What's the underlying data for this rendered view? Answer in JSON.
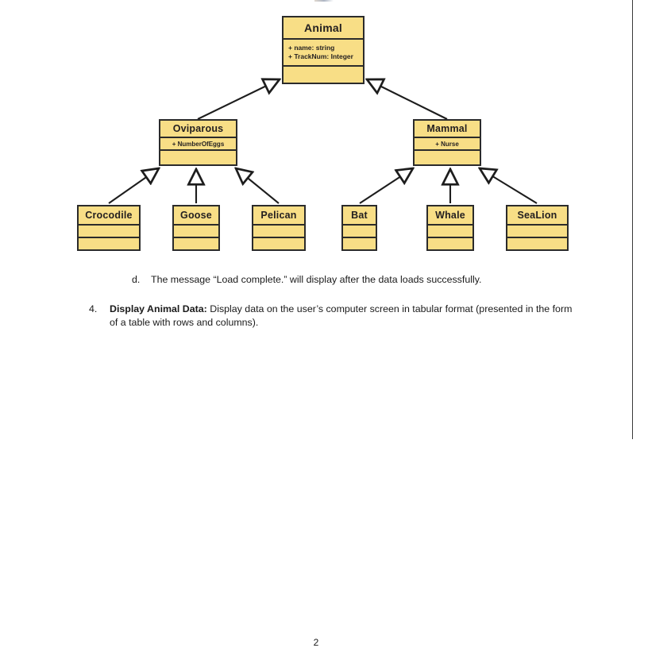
{
  "document": {
    "page_number": "2",
    "page_border_color": "#3a3a3a"
  },
  "diagram": {
    "type": "uml-class-diagram",
    "notation": "generalization",
    "fill_color": "#F8DE86",
    "stroke_color": "#2b2b2b",
    "classes": [
      {
        "id": "animal",
        "name": "Animal",
        "attributes": [
          "+ name: string",
          "+ TrackNum: Integer"
        ],
        "operations": [],
        "level": 0
      },
      {
        "id": "oviparous",
        "name": "Oviparous",
        "attributes": [
          "+ NumberOfEggs"
        ],
        "operations": [],
        "level": 1,
        "parent": "animal"
      },
      {
        "id": "mammal",
        "name": "Mammal",
        "attributes": [
          "+ Nurse"
        ],
        "operations": [],
        "level": 1,
        "parent": "animal"
      },
      {
        "id": "crocodile",
        "name": "Crocodile",
        "attributes": [],
        "operations": [],
        "level": 2,
        "parent": "oviparous"
      },
      {
        "id": "goose",
        "name": "Goose",
        "attributes": [],
        "operations": [],
        "level": 2,
        "parent": "oviparous"
      },
      {
        "id": "pelican",
        "name": "Pelican",
        "attributes": [],
        "operations": [],
        "level": 2,
        "parent": "oviparous"
      },
      {
        "id": "bat",
        "name": "Bat",
        "attributes": [],
        "operations": [],
        "level": 2,
        "parent": "mammal"
      },
      {
        "id": "whale",
        "name": "Whale",
        "attributes": [],
        "operations": [],
        "level": 2,
        "parent": "mammal"
      },
      {
        "id": "sealion",
        "name": "SeaLion",
        "attributes": [],
        "operations": [],
        "level": 2,
        "parent": "mammal"
      }
    ]
  },
  "body": {
    "item_d": {
      "marker": "d.",
      "text": "The message “Load complete.” will display after the data loads successfully."
    },
    "item_4": {
      "marker": "4.",
      "lead": "Display Animal Data:",
      "text": " Display data on the user’s computer screen in tabular format (presented in the form of a table with rows and columns)."
    }
  }
}
